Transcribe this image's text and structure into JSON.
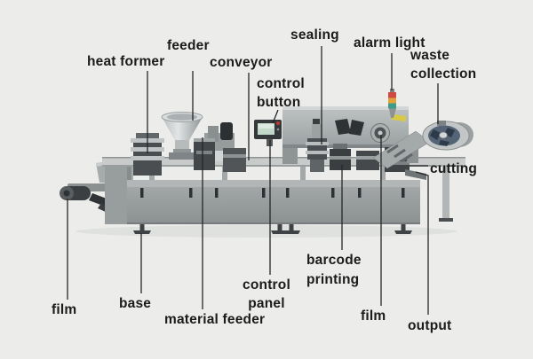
{
  "labels": {
    "feeder": "feeder",
    "heat_former": "heat former",
    "conveyor": "conveyor",
    "control_button": [
      "control",
      "button"
    ],
    "sealing": "sealing",
    "alarm_light": "alarm light",
    "waste_collection": [
      "waste",
      "collection"
    ],
    "cutting": "cutting",
    "film_left": "film",
    "base": "base",
    "material_feeder": "material feeder",
    "control_panel": [
      "control",
      "panel"
    ],
    "barcode_printing": [
      "barcode",
      "printing"
    ],
    "film_right": "film",
    "output": "output"
  },
  "colors": {
    "background": "#ecedeb",
    "label_text": "#1b1b1b",
    "leader_line": "#262626",
    "machine_light": "#c7cac9",
    "machine_mid": "#9aa0a1",
    "machine_dark": "#3c4043",
    "alarm_red": "#cf4a42",
    "alarm_amber": "#e2a23b",
    "alarm_green": "#3d9c89",
    "accent_yellow": "#d9c945",
    "screen_teal": "#c2d8cb"
  }
}
